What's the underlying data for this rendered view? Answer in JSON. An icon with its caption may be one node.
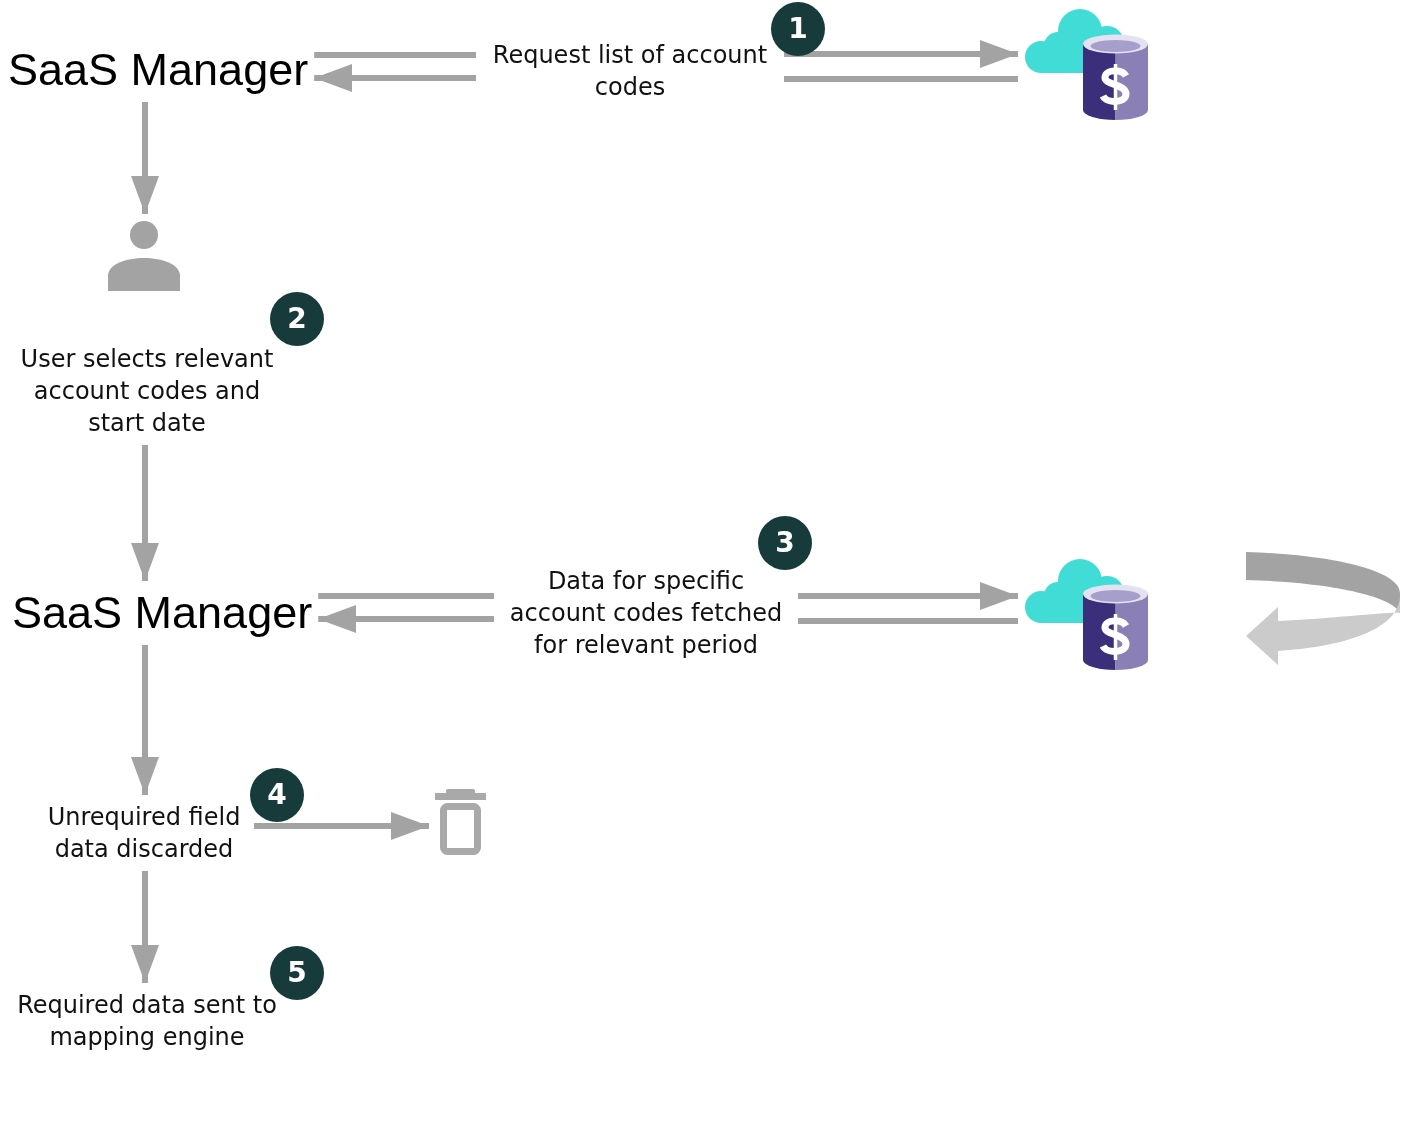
{
  "diagram": {
    "nodes": [
      {
        "text": [
          "SaaS Manager"
        ]
      },
      {
        "text": [
          "Request list of account codes"
        ]
      },
      {
        "text": [
          "1"
        ]
      },
      {
        "text": [],
        "shape": "picture"
      },
      {
        "text": [],
        "shape": "person"
      },
      {
        "text": [
          "2"
        ]
      },
      {
        "text": [
          "User selects relevant account codes and start date"
        ]
      },
      {
        "text": [
          "SaaS Manager"
        ]
      },
      {
        "text": [
          "3"
        ]
      },
      {
        "text": [
          "Data for specific account codes fetched for relevant period"
        ]
      },
      {
        "text": [],
        "shape": "picture"
      },
      {
        "text": [
          "4"
        ]
      },
      {
        "text": [
          "Unrequired field data discarded"
        ]
      },
      {
        "text": [],
        "shape": "picture"
      },
      {
        "text": [
          "5"
        ]
      },
      {
        "text": [
          "Required data sent to mapping engine"
        ]
      }
    ],
    "edges": [
      {
        "from": 0,
        "to": 1,
        "arrow": "none"
      },
      {
        "from": 1,
        "to": 0,
        "arrow": "to"
      },
      {
        "from": 1,
        "to": 3,
        "arrow": "to"
      },
      {
        "from": 3,
        "to": 1,
        "arrow": "none"
      },
      {
        "from": 0,
        "to": 4,
        "arrow": "to"
      },
      {
        "from": 6,
        "to": 7,
        "arrow": "to"
      },
      {
        "from": 7,
        "to": 9,
        "arrow": "none"
      },
      {
        "from": 9,
        "to": 7,
        "arrow": "to"
      },
      {
        "from": 9,
        "to": 10,
        "arrow": "to"
      },
      {
        "from": 10,
        "to": 9,
        "arrow": "none"
      },
      {
        "from": 7,
        "to": 12,
        "arrow": "to"
      },
      {
        "from": 12,
        "to": 13,
        "arrow": "to"
      },
      {
        "from": 12,
        "to": 15,
        "arrow": "to"
      }
    ]
  }
}
